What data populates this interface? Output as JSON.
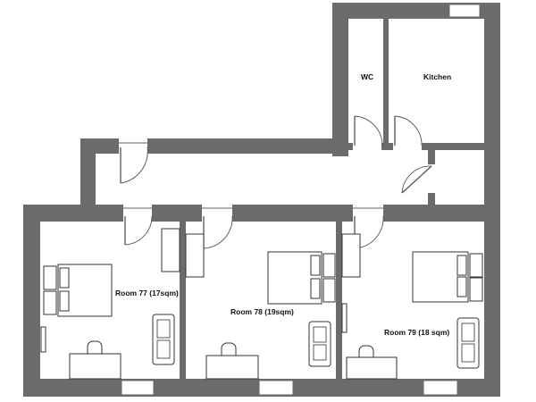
{
  "plan": {
    "rooms": [
      {
        "id": "wc",
        "label": "WC"
      },
      {
        "id": "kitchen",
        "label": "Kitchen"
      },
      {
        "id": "room77",
        "label": "Room 77 (17sqm)"
      },
      {
        "id": "room78",
        "label": "Room 78 (19sqm)"
      },
      {
        "id": "room79",
        "label": "Room 79 (18 sqm)"
      }
    ],
    "colors": {
      "wall": "#6b6b6b",
      "background": "#ffffff",
      "lines": "#333333"
    }
  }
}
